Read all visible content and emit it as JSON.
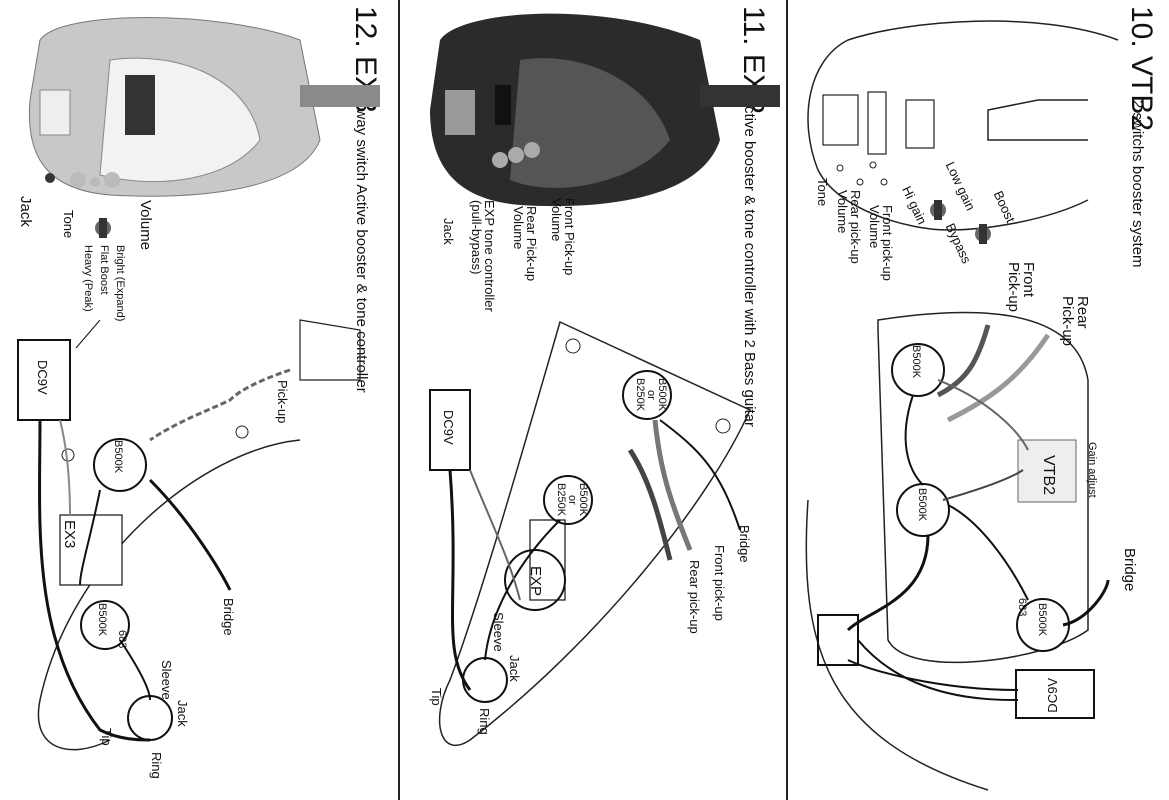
{
  "panels": {
    "vtb2": {
      "title": "10. VTB2",
      "subtitle": "2 switchs booster system",
      "labels": {
        "low_gain": "Low gain",
        "hi_gain": "Hi gain",
        "boost": "Boost",
        "bypass": "Bypass",
        "front_pickup_volume": "Front pick-up\nVolume",
        "rear_pickup_volume": "Rear pick-up\nVolume",
        "tone": "Tone",
        "front_pickup": "Front\nPick-up",
        "rear_pickup": "Rear\nPick-up",
        "gain_adjust": "Gain adjust",
        "bridge": "Bridge",
        "module": "VTB2",
        "pot_top": "B500K",
        "pot_mid": "B500K",
        "pot_bottom": "B500K",
        "cap": "683",
        "battery": "DC9V"
      }
    },
    "exp": {
      "title": "11. EXP",
      "subtitle": "Active booster & tone controller with 2 Bass guitar",
      "labels": {
        "front_pickup_volume": "Front Pick-up\nVolume",
        "rear_pickup_volume": "Rear Pick-up\nVolume",
        "exp_tone": "EXP tone controller\n(pull-bypass)",
        "jack_top": "Jack",
        "bridge": "Bridge",
        "front_pickup": "Front pick-up",
        "rear_pickup": "Rear pick-up",
        "pot_a": "B500K\nor\nB250K",
        "pot_b": "B500K\nor\nB250K",
        "module": "EXP",
        "sleeve": "Sleeve",
        "jack": "Jack",
        "tip": "Tip",
        "ring": "Ring",
        "battery": "DC9V"
      }
    },
    "ex3": {
      "title": "12. EX3",
      "subtitle": "3 way switch Active booster & tone controller",
      "labels": {
        "volume": "Volume",
        "tone": "Tone",
        "jack_top": "Jack",
        "bright": "Bright (Expand)",
        "flat": "Flat Boost",
        "heavy": "Heavy (Peak)",
        "pickup": "Pick-up",
        "bridge": "Bridge",
        "module": "EX3",
        "pot_a": "B500K",
        "pot_b": "B500K",
        "cap": "683",
        "sleeve": "Sleeve",
        "jack": "Jack",
        "tip": "Tip",
        "ring": "Ring",
        "battery": "DC9V"
      }
    }
  }
}
